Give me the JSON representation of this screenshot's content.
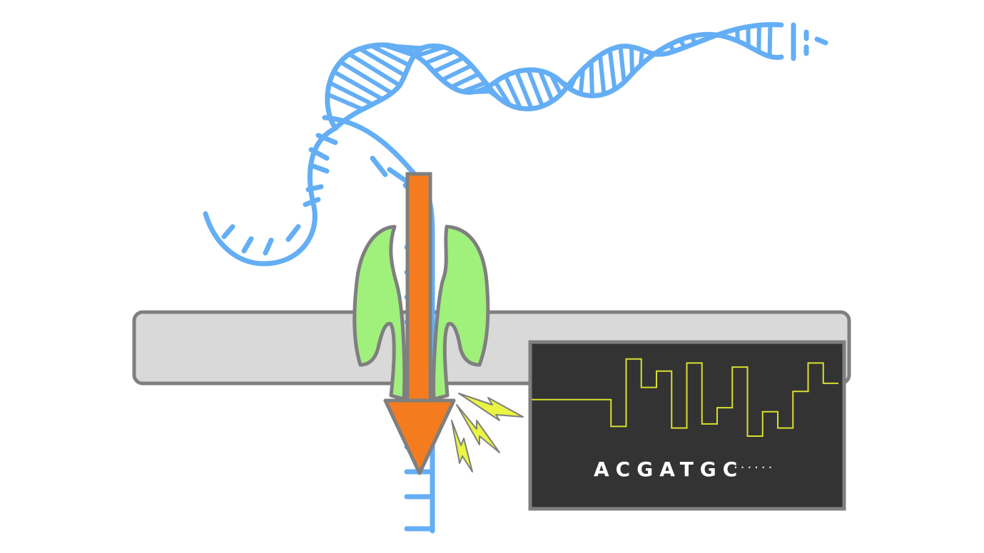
{
  "diagram": {
    "readout": {
      "sequence": "ACGATGC",
      "ellipsis": "······",
      "trace_levels": [
        0.45,
        0.45,
        0.12,
        0.95,
        0.6,
        0.8,
        0.1,
        0.9,
        0.15,
        0.35,
        0.85,
        0.0,
        0.3,
        0.1,
        0.55,
        0.9,
        0.65
      ]
    },
    "colors": {
      "dna": "#64AEF5",
      "membrane_fill": "#D9D9D9",
      "outline": "#7F7F7F",
      "pore": "#A0F07C",
      "motor": "#F57C1E",
      "spark": "#E9F542",
      "screen": "#333333",
      "trace": "#D8E02E",
      "text": "#FFFFFF"
    },
    "icons": [
      "dna-helix-icon",
      "nanopore-protein-icon",
      "motor-enzyme-icon",
      "spark-icon",
      "signal-monitor-icon"
    ]
  }
}
